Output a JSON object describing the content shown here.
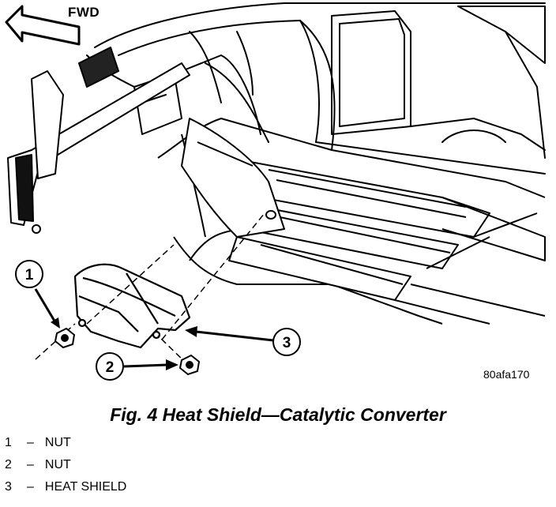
{
  "direction_label": "FWD",
  "figure_id": "80afa170",
  "caption": "Fig. 4 Heat Shield—Catalytic Converter",
  "callouts": [
    "1",
    "2",
    "3"
  ],
  "legend": [
    {
      "number": "1",
      "dash": "–",
      "label": "NUT"
    },
    {
      "number": "2",
      "dash": "–",
      "label": "NUT"
    },
    {
      "number": "3",
      "dash": "–",
      "label": "HEAT SHIELD"
    }
  ]
}
